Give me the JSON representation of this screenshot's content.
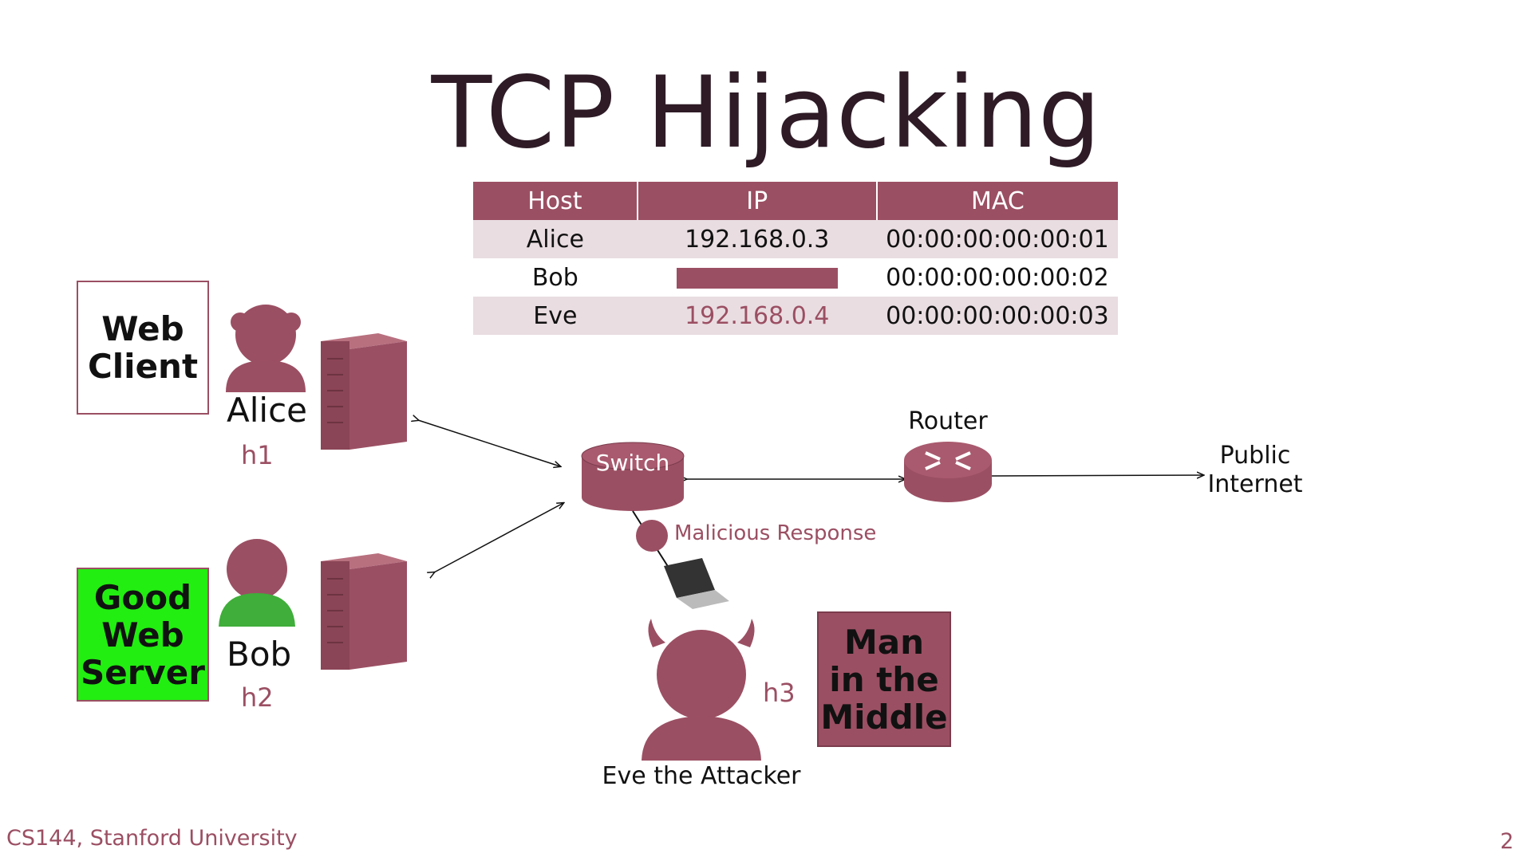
{
  "slide": {
    "title": "TCP Hijacking",
    "footer": "CS144, Stanford University",
    "page_number": "2"
  },
  "table": {
    "headers": [
      "Host",
      "IP",
      "MAC"
    ],
    "rows": [
      {
        "host": "Alice",
        "ip": "192.168.0.3",
        "mac": "00:00:00:00:00:01"
      },
      {
        "host": "Bob",
        "ip": "",
        "mac": "00:00:00:00:00:02"
      },
      {
        "host": "Eve",
        "ip": "192.168.0.4",
        "mac": "00:00:00:00:00:03"
      }
    ]
  },
  "boxes": {
    "web_client": [
      "Web",
      "Client"
    ],
    "good_web_server": [
      "Good",
      "Web",
      "Server"
    ],
    "man_in_the_middle": [
      "Man",
      "in the",
      "Middle"
    ]
  },
  "people": {
    "alice": {
      "name": "Alice",
      "host": "h1"
    },
    "bob": {
      "name": "Bob",
      "host": "h2"
    },
    "eve": {
      "name": "Eve the Attacker",
      "host": "h3"
    }
  },
  "network": {
    "switch": "Switch",
    "router": "Router",
    "internet": [
      "Public",
      "Internet"
    ],
    "malicious": "Malicious Response"
  },
  "colors": {
    "accent": "#9b4f63",
    "server_green": "#22ee11",
    "title": "#2e1b26"
  }
}
